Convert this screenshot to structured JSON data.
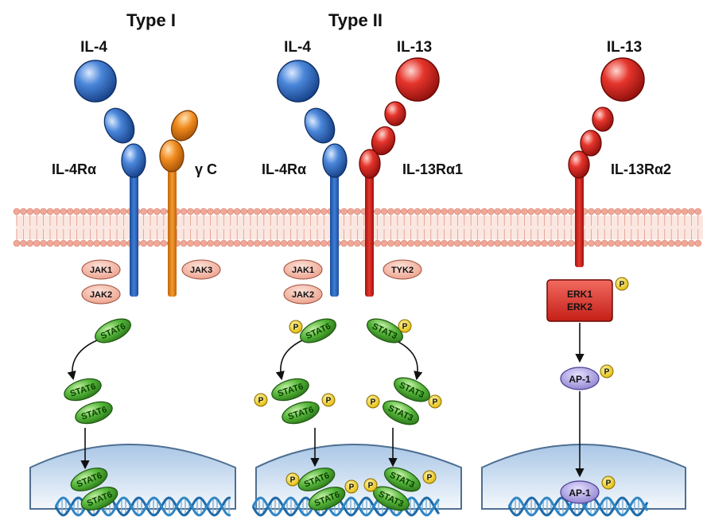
{
  "colors": {
    "il4_blue": "#2f6fc7",
    "il13_red": "#e0302a",
    "gamma_orange": "#f08a1c",
    "stat_green": "#4aa832",
    "kinase_pink": "#f1b7a6",
    "phospho_yellow": "#f4d410",
    "ap1_purple": "#9a8fd8",
    "membrane_pink": "#f0a898",
    "nucleus_blue": "#b9d2ea"
  },
  "headers": {
    "type1": "Type I",
    "type2": "Type II"
  },
  "ligands": {
    "il4_a": "IL-4",
    "il4_b": "IL-4",
    "il13_a": "IL-13",
    "il13_b": "IL-13"
  },
  "receptors": {
    "il4ra_a": "IL-4Rα",
    "gamma_c": "γ C",
    "il4ra_b": "IL-4Rα",
    "il13ra1": "IL-13Rα1",
    "il13ra2": "IL-13Rα2"
  },
  "kinases": {
    "jak1_a": "JAK1",
    "jak2_a": "JAK2",
    "jak3": "JAK3",
    "jak1_b": "JAK1",
    "jak2_b": "JAK2",
    "tyk2": "TYK2"
  },
  "stats": {
    "stat6": "STAT6",
    "stat3": "STAT3"
  },
  "phospho": "P",
  "erk": {
    "line1": "ERK1",
    "line2": "ERK2"
  },
  "ap1": "AP-1"
}
